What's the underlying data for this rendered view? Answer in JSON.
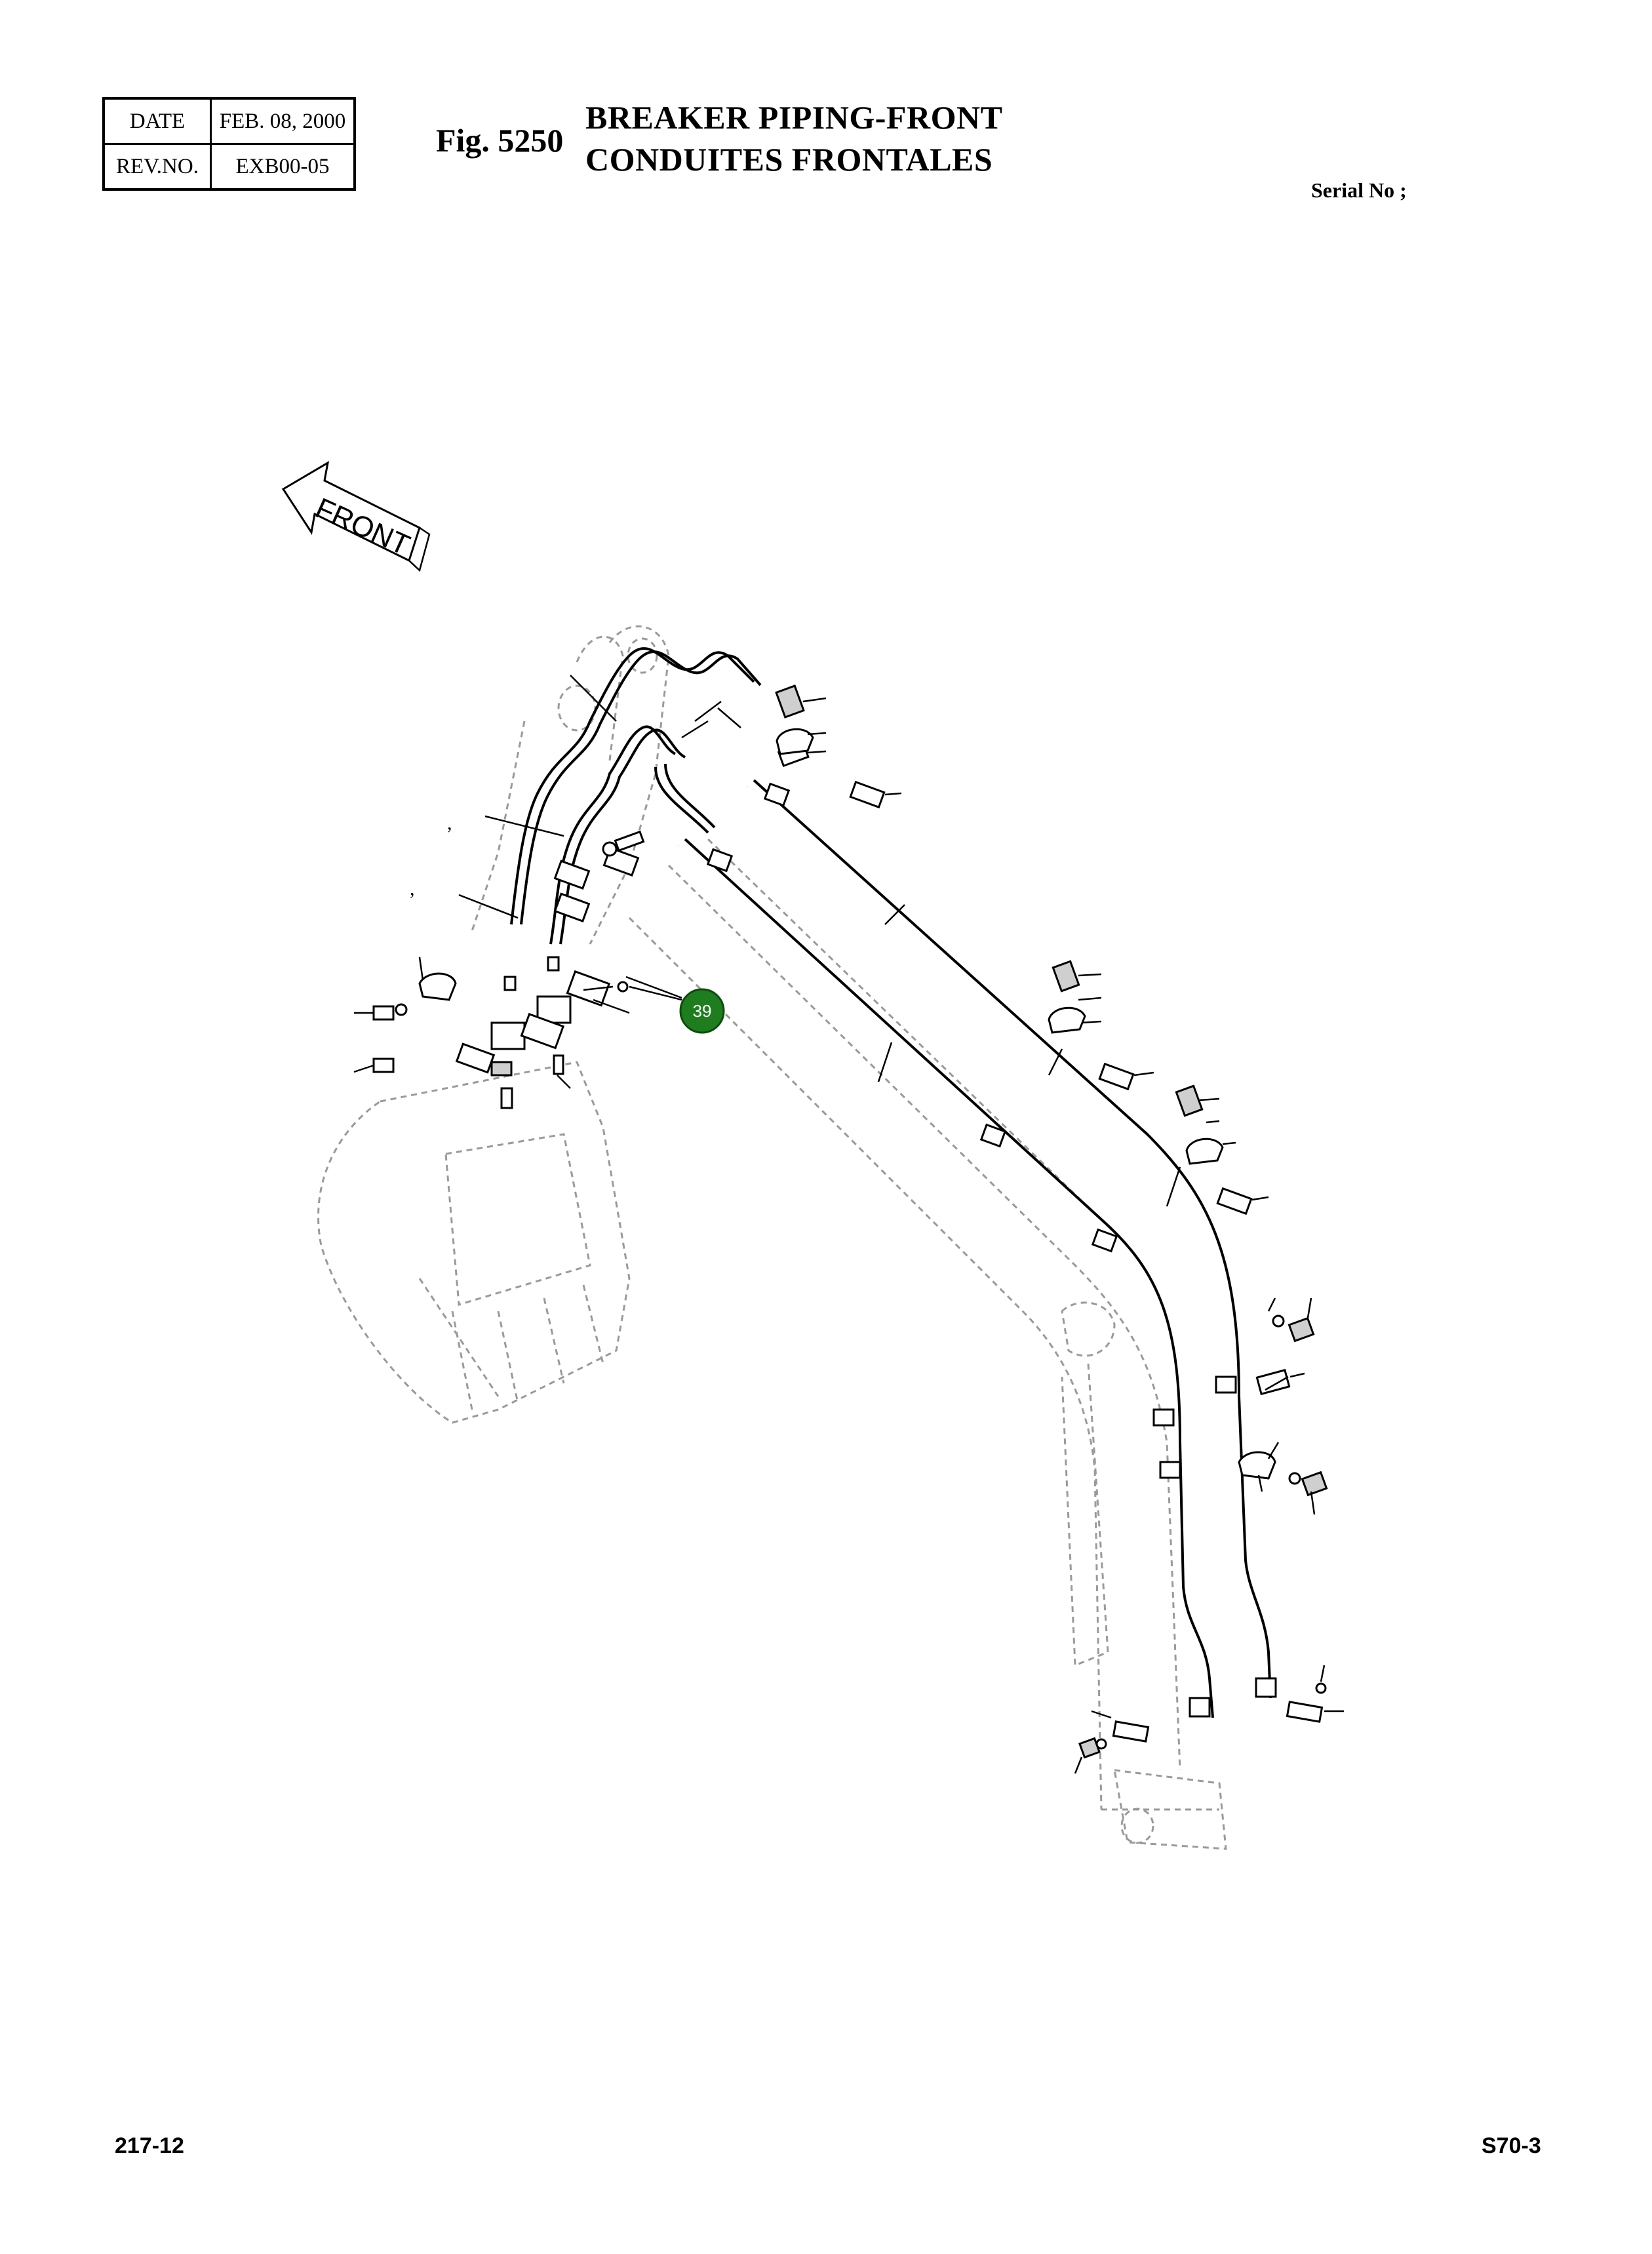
{
  "header": {
    "date_label": "DATE",
    "date_value": "FEB. 08, 2000",
    "rev_label": "REV.NO.",
    "rev_value": "EXB00-05",
    "fig_label": "Fig. 5250",
    "title_en": "BREAKER PIPING-FRONT",
    "title_fr": "CONDUITES FRONTALES",
    "serial_label": "Serial No ;"
  },
  "diagram": {
    "front_arrow_label": "FRONT",
    "callout_number": "39",
    "callout_color": "#1e7d1e",
    "tick_mark_1": ",",
    "tick_mark_2": ","
  },
  "footer": {
    "left_code": "217-12",
    "right_code": "S70-3"
  }
}
